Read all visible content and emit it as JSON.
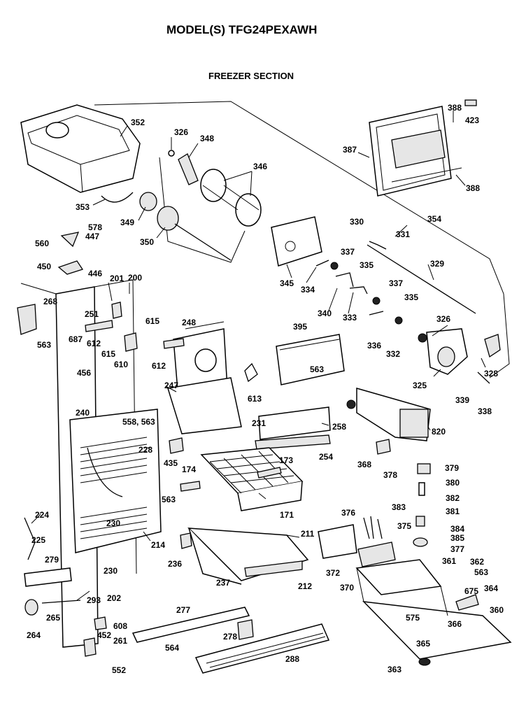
{
  "header": {
    "model": "MODEL(S) TFG24PEXAWH",
    "section": "FREEZER SECTION"
  },
  "parts": [
    {
      "id": "p352",
      "label": "352"
    },
    {
      "id": "p326a",
      "label": "326"
    },
    {
      "id": "p348",
      "label": "348"
    },
    {
      "id": "p346",
      "label": "346"
    },
    {
      "id": "p353",
      "label": "353"
    },
    {
      "id": "p349",
      "label": "349"
    },
    {
      "id": "p350",
      "label": "350"
    },
    {
      "id": "p388a",
      "label": "388"
    },
    {
      "id": "p423",
      "label": "423"
    },
    {
      "id": "p387",
      "label": "387"
    },
    {
      "id": "p388b",
      "label": "388"
    },
    {
      "id": "p578",
      "label": "578"
    },
    {
      "id": "p447",
      "label": "447"
    },
    {
      "id": "p560",
      "label": "560"
    },
    {
      "id": "p450",
      "label": "450"
    },
    {
      "id": "p446",
      "label": "446"
    },
    {
      "id": "p354",
      "label": "354"
    },
    {
      "id": "p330",
      "label": "330"
    },
    {
      "id": "p331",
      "label": "331"
    },
    {
      "id": "p337a",
      "label": "337"
    },
    {
      "id": "p335a",
      "label": "335"
    },
    {
      "id": "p329",
      "label": "329"
    },
    {
      "id": "p345",
      "label": "345"
    },
    {
      "id": "p334",
      "label": "334"
    },
    {
      "id": "p340",
      "label": "340"
    },
    {
      "id": "p333",
      "label": "333"
    },
    {
      "id": "p337b",
      "label": "337"
    },
    {
      "id": "p335b",
      "label": "335"
    },
    {
      "id": "p201",
      "label": "201"
    },
    {
      "id": "p200",
      "label": "200"
    },
    {
      "id": "p268",
      "label": "268"
    },
    {
      "id": "p563a",
      "label": "563"
    },
    {
      "id": "p251",
      "label": "251"
    },
    {
      "id": "p687",
      "label": "687"
    },
    {
      "id": "p612a",
      "label": "612"
    },
    {
      "id": "p615a",
      "label": "615"
    },
    {
      "id": "p615b",
      "label": "615"
    },
    {
      "id": "p610",
      "label": "610"
    },
    {
      "id": "p248",
      "label": "248"
    },
    {
      "id": "p612b",
      "label": "612"
    },
    {
      "id": "p395",
      "label": "395"
    },
    {
      "id": "p563b",
      "label": "563"
    },
    {
      "id": "p326b",
      "label": "326"
    },
    {
      "id": "p332",
      "label": "332"
    },
    {
      "id": "p336",
      "label": "336"
    },
    {
      "id": "p328",
      "label": "328"
    },
    {
      "id": "p325",
      "label": "325"
    },
    {
      "id": "p339",
      "label": "339"
    },
    {
      "id": "p338",
      "label": "338"
    },
    {
      "id": "p456",
      "label": "456"
    },
    {
      "id": "p247",
      "label": "247"
    },
    {
      "id": "p613",
      "label": "613"
    },
    {
      "id": "p240",
      "label": "240"
    },
    {
      "id": "p558",
      "label": "558, 563"
    },
    {
      "id": "p231",
      "label": "231"
    },
    {
      "id": "p258",
      "label": "258"
    },
    {
      "id": "p820",
      "label": "820"
    },
    {
      "id": "p228",
      "label": "228"
    },
    {
      "id": "p435",
      "label": "435"
    },
    {
      "id": "p254",
      "label": "254"
    },
    {
      "id": "p173",
      "label": "173"
    },
    {
      "id": "p368",
      "label": "368"
    },
    {
      "id": "p174",
      "label": "174"
    },
    {
      "id": "p379",
      "label": "379"
    },
    {
      "id": "p378",
      "label": "378"
    },
    {
      "id": "p380",
      "label": "380"
    },
    {
      "id": "p563c",
      "label": "563"
    },
    {
      "id": "p382",
      "label": "382"
    },
    {
      "id": "p171",
      "label": "171"
    },
    {
      "id": "p383",
      "label": "383"
    },
    {
      "id": "p381",
      "label": "381"
    },
    {
      "id": "p376",
      "label": "376"
    },
    {
      "id": "p375",
      "label": "375"
    },
    {
      "id": "p224",
      "label": "224"
    },
    {
      "id": "p230a",
      "label": "230"
    },
    {
      "id": "p384",
      "label": "384"
    },
    {
      "id": "p385",
      "label": "385"
    },
    {
      "id": "p211",
      "label": "211"
    },
    {
      "id": "p377",
      "label": "377"
    },
    {
      "id": "p225",
      "label": "225"
    },
    {
      "id": "p214",
      "label": "214"
    },
    {
      "id": "p279",
      "label": "279"
    },
    {
      "id": "p236",
      "label": "236"
    },
    {
      "id": "p361",
      "label": "361"
    },
    {
      "id": "p362",
      "label": "362"
    },
    {
      "id": "p563d",
      "label": "563"
    },
    {
      "id": "p230b",
      "label": "230"
    },
    {
      "id": "p372",
      "label": "372"
    },
    {
      "id": "p237",
      "label": "237"
    },
    {
      "id": "p212",
      "label": "212"
    },
    {
      "id": "p675",
      "label": "675"
    },
    {
      "id": "p370",
      "label": "370"
    },
    {
      "id": "p364",
      "label": "364"
    },
    {
      "id": "p202",
      "label": "202"
    },
    {
      "id": "p293",
      "label": "293"
    },
    {
      "id": "p360",
      "label": "360"
    },
    {
      "id": "p265",
      "label": "265"
    },
    {
      "id": "p277",
      "label": "277"
    },
    {
      "id": "p575",
      "label": "575"
    },
    {
      "id": "p366",
      "label": "366"
    },
    {
      "id": "p608",
      "label": "608"
    },
    {
      "id": "p264",
      "label": "264"
    },
    {
      "id": "p452",
      "label": "452"
    },
    {
      "id": "p261",
      "label": "261"
    },
    {
      "id": "p278",
      "label": "278"
    },
    {
      "id": "p365",
      "label": "365"
    },
    {
      "id": "p564",
      "label": "564"
    },
    {
      "id": "p288",
      "label": "288"
    },
    {
      "id": "p552",
      "label": "552"
    },
    {
      "id": "p363",
      "label": "363"
    }
  ]
}
